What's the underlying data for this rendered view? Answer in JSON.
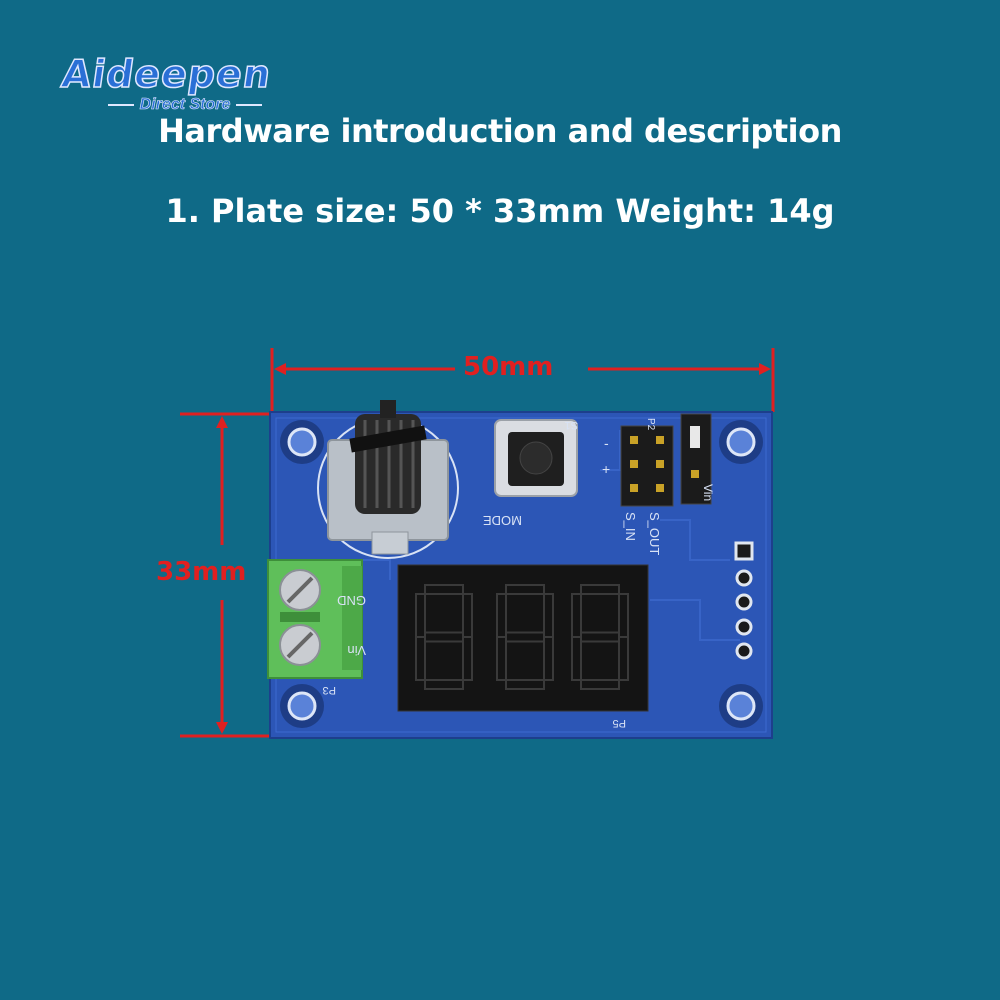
{
  "brand": {
    "name": "Aideepen",
    "tagline": "Direct Store"
  },
  "heading": {
    "title": "Hardware introduction and description",
    "subtitle": "1. Plate size: 50 * 33mm Weight: 14g"
  },
  "dimensions": {
    "width_label": "50mm",
    "height_label": "33mm"
  },
  "board": {
    "silkscreen": {
      "mode": "MODE",
      "s1": "S1",
      "minus": "-",
      "plus": "+",
      "s_out": "S_OUT",
      "s_in": "S_IN",
      "vin_top": "Vin",
      "p2": "P2",
      "gnd": "GND",
      "vin": "Vin",
      "p3": "P3",
      "p5": "P5"
    },
    "display_digits": [
      "8",
      "8",
      "8"
    ]
  },
  "colors": {
    "background": "#0f6a87",
    "pcb": "#2c56b6",
    "dimension_line": "#e02020",
    "terminal": "#5fbf5a",
    "display_segment": "#2a2a2a"
  }
}
